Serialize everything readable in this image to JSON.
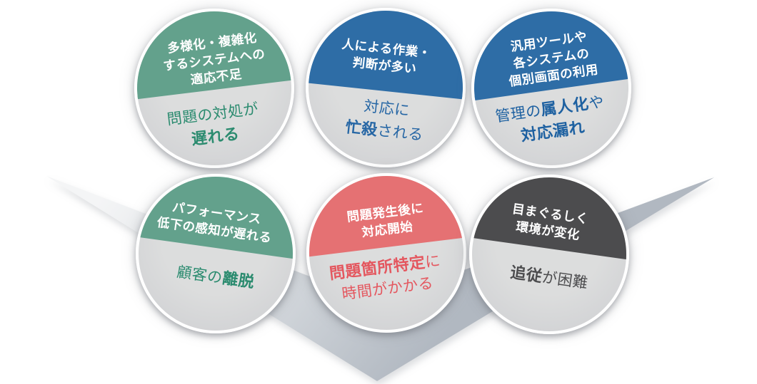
{
  "background": {
    "arrow_gradient_top": "#f4f5f6",
    "arrow_gradient_mid": "#d8dce0",
    "arrow_gradient_bottom": "#b1b8c1",
    "page_color": "#ffffff"
  },
  "circle_common": {
    "body_gray": "#d9dadb",
    "ring_color": "#ffffff"
  },
  "circles": [
    {
      "id": "adaptation-gap",
      "fill": "#63a18c",
      "text_color": "#2b8b6f",
      "top_lines": [
        "多様化・複雑化",
        "するシステムへの",
        "適応不足"
      ],
      "bottom": {
        "l1": "問題の対処が",
        "l2_bold": "遅れる"
      }
    },
    {
      "id": "manual-work",
      "fill": "#2e6da6",
      "text_color": "#2767a5",
      "top_lines": [
        "人による作業・",
        "判断が多い"
      ],
      "bottom": {
        "l1": "対応に",
        "l2_bold": "忙殺",
        "l2": "される"
      }
    },
    {
      "id": "tool-fragmentation",
      "fill": "#2e6da6",
      "text_color": "#1e61a1",
      "top_lines": [
        "汎用ツールや",
        "各システムの",
        "個別画面の利用"
      ],
      "bottom": {
        "l1a": "管理の",
        "l1_bold": "属人化",
        "l1b": "や",
        "l2_bold": "対応漏れ"
      }
    },
    {
      "id": "performance-detection",
      "fill": "#63a18c",
      "text_color": "#2b8b6f",
      "top_lines": [
        "パフォーマンス",
        "低下の感知が遅れる"
      ],
      "bottom": {
        "l1": "顧客の",
        "l1_bold": "離脱"
      }
    },
    {
      "id": "reactive-response",
      "fill": "#e57173",
      "text_color": "#e4575f",
      "top_lines": [
        "問題発生後に",
        "対応開始"
      ],
      "bottom": {
        "l1_bold": "問題箇所特定",
        "l1": "に",
        "l2": "時間がかかる"
      }
    },
    {
      "id": "rapid-change",
      "fill": "#4c4c4e",
      "text_color": "#4c4c4e",
      "top_lines": [
        "目まぐるしく",
        "環境が変化"
      ],
      "bottom": {
        "l1_bold": "追従",
        "l1": "が困難"
      }
    }
  ]
}
